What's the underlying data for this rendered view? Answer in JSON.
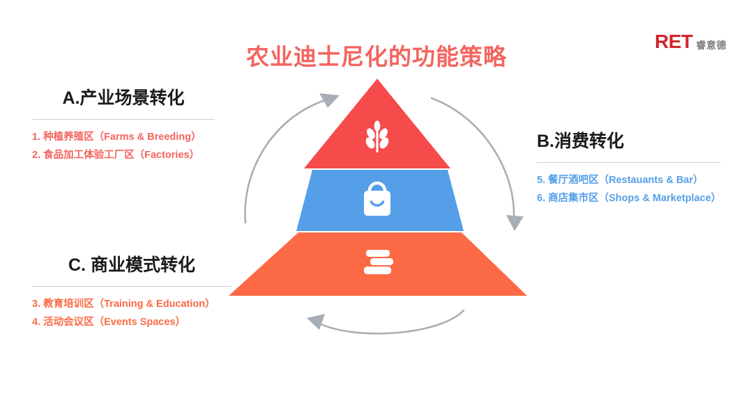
{
  "title": "农业迪士尼化的功能策略",
  "logo": {
    "main": "RET",
    "sub": "睿意德"
  },
  "colors": {
    "title_red": "#F4645F",
    "tier_top_red": "#F54B4B",
    "tier_middle_blue": "#559FE8",
    "tier_bottom_orange": "#FC6A45",
    "arrow_gray": "#A8AEB5",
    "logo_red": "#D0262B",
    "logo_gray": "#7E7E7E",
    "rule_gray": "#CFCFCF",
    "heading_black": "#1A1A1A"
  },
  "sections": [
    {
      "id": "a",
      "heading": "A.产业场景转化",
      "items": [
        "1. 种植养殖区（Farms & Breeding）",
        "2. 食品加工体验工厂区（Factories）"
      ]
    },
    {
      "id": "b",
      "heading": "B.消费转化",
      "items": [
        "5. 餐厅酒吧区（Restauants & Bar）",
        "6. 商店集市区（Shops & Marketplace）"
      ]
    },
    {
      "id": "c",
      "heading": "C. 商业模式转化",
      "items": [
        "3. 教育培训区（Training & Education）",
        "4. 活动会议区（Events Spaces）"
      ]
    }
  ],
  "pyramid": {
    "tiers": [
      {
        "level": "top",
        "icon": "wheat-plant-icon",
        "color": "#F54B4B",
        "section_ref": "A"
      },
      {
        "level": "middle",
        "icon": "shopping-bag-icon",
        "color": "#559FE8",
        "section_ref": "B"
      },
      {
        "level": "bottom",
        "icon": "stacked-books-icon",
        "color": "#FC6A45",
        "section_ref": "C"
      }
    ]
  },
  "arrows": [
    {
      "id": "left",
      "direction": "upward",
      "color": "#A8AEB5"
    },
    {
      "id": "right",
      "direction": "downward",
      "color": "#A8AEB5"
    },
    {
      "id": "bottom",
      "direction": "leftward",
      "color": "#A8AEB5"
    }
  ]
}
